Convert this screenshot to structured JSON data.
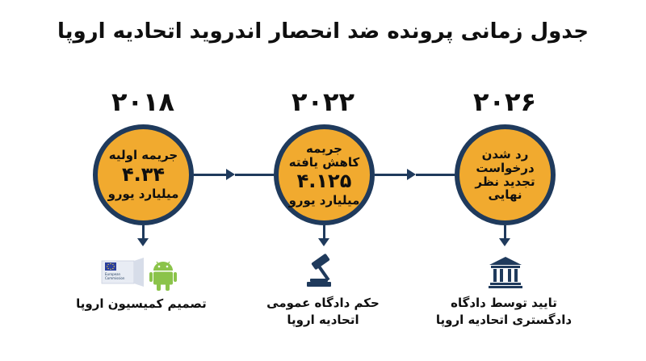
{
  "title": "جدول زمانی پرونده ضد انحصار اندروید اتحادیه اروپا",
  "colors": {
    "navy": "#1f3a5c",
    "orange": "#f1aa2f",
    "android_green": "#8bc34a",
    "eu_blue": "#2a3f9e"
  },
  "timeline": [
    {
      "year": "۲۰۱۸",
      "circle_text_1": "جریمه اولیه",
      "circle_value": "۴.۳۴",
      "circle_text_2": "میلیارد یورو",
      "caption_1": "تصمیم کمیسیون اروپا",
      "caption_2": "",
      "icon": "eu-commission-android-logo",
      "eu_label_1": "European",
      "eu_label_2": "Commission"
    },
    {
      "year": "۲۰۲۲",
      "circle_text_1": "جریمه",
      "circle_text_1b": "کاهش یافته",
      "circle_value": "۴.۱۲۵",
      "circle_text_2": "میلیارد یورو",
      "caption_1": "حکم دادگاه عمومی",
      "caption_2": "اتحادیه اروپا",
      "icon": "gavel-icon"
    },
    {
      "year": "۲۰۲۶",
      "circle_lines": [
        "رد شدن",
        "درخواست",
        "تجدید نظر",
        "نهایی"
      ],
      "caption_1": "تایید توسط دادگاه",
      "caption_2": "دادگستری اتحادیه اروپا",
      "icon": "courthouse-icon"
    }
  ]
}
